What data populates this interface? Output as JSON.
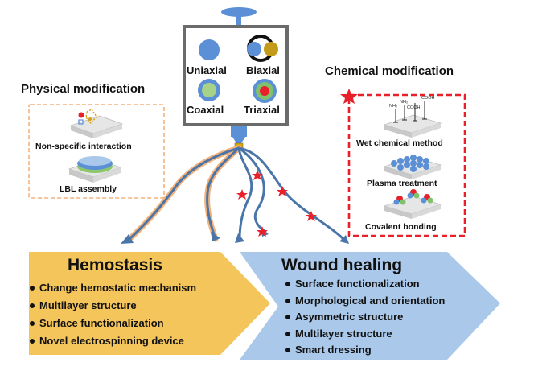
{
  "device": {
    "modes": [
      {
        "id": "uniaxial",
        "label": "Uniaxial"
      },
      {
        "id": "biaxial",
        "label": "Biaxial"
      },
      {
        "id": "coaxial",
        "label": "Coaxial"
      },
      {
        "id": "triaxial",
        "label": "Triaxial"
      }
    ]
  },
  "physical": {
    "title": "Physical modification",
    "items": [
      "Non-specific interaction",
      "LBL assembly"
    ]
  },
  "chemical": {
    "title": "Chemical modification",
    "items": [
      "Wet chemical method",
      "Plasma treatment",
      "Covalent bonding"
    ],
    "formula_labels": [
      "NH₂",
      "COOH",
      "NH₂",
      "COOH"
    ]
  },
  "hemostasis": {
    "title": "Hemostasis",
    "bullets": [
      "Change hemostatic mechanism",
      "Multilayer structure",
      "Surface functionalization",
      "Novel electrospinning device"
    ]
  },
  "wound_healing": {
    "title": "Wound healing",
    "bullets": [
      "Surface functionalization",
      "Morphological and orientation",
      "Asymmetric structure",
      "Multilayer structure",
      "Smart dressing"
    ]
  },
  "colors": {
    "hemostasis_arrow": "#f4c55a",
    "wound_arrow": "#a9c8ea",
    "fiber": "#4a75a8",
    "fiber_glow": "#f3b27a",
    "star": "#e8202a",
    "physical_border": "#f3b27a",
    "chemical_border": "#e8202a",
    "device_blue": "#5b8fd6",
    "device_gold": "#c49a1a",
    "coaxial_core": "#a6d388",
    "triaxial_outer": "#7fc26b",
    "triaxial_core": "#e8202a"
  }
}
